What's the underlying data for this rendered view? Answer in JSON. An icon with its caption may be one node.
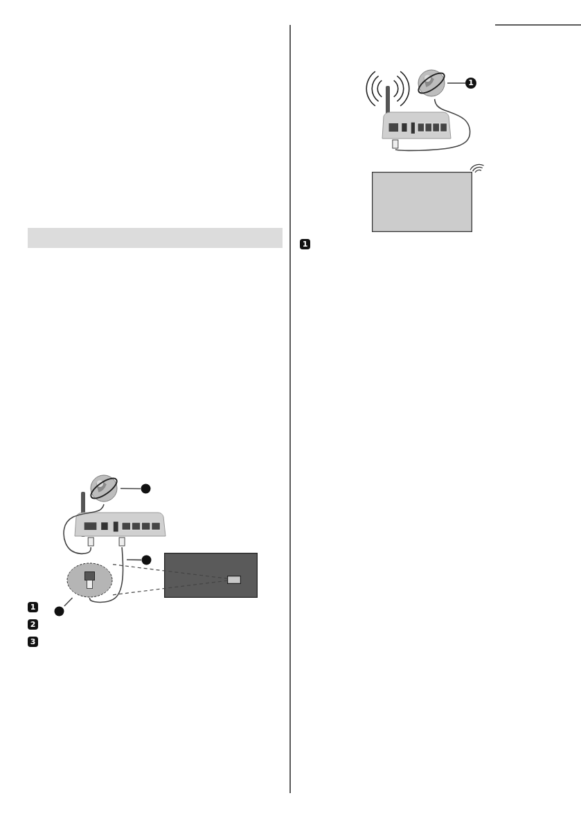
{
  "diagram": {
    "nodes": [
      {
        "text": [],
        "shape": "picture"
      },
      {
        "text": [],
        "shape": "circle"
      },
      {
        "text": [],
        "shape": "picture"
      },
      {
        "text": [],
        "shape": "circle"
      },
      {
        "text": [],
        "shape": "picture"
      },
      {
        "text": [],
        "shape": "circle"
      },
      {
        "text": [],
        "shape": "box"
      },
      {
        "text": [],
        "shape": "box",
        "in": 6
      },
      {
        "text": [],
        "shape": "picture"
      },
      {
        "text": [
          "1"
        ]
      },
      {
        "text": [],
        "shape": "picture"
      },
      {
        "text": [],
        "shape": "box"
      },
      {
        "text": [],
        "shape": "bar"
      }
    ],
    "edges": [
      {
        "from": 1,
        "to": 0,
        "arrow": "none"
      },
      {
        "from": 0,
        "to": 2,
        "arrow": "none"
      },
      {
        "from": 2,
        "to": 4,
        "arrow": "none"
      },
      {
        "from": 3,
        "to": null,
        "arrow": "none"
      },
      {
        "from": 5,
        "to": 4,
        "arrow": "none"
      },
      {
        "from": 4,
        "to": 7,
        "arrow": "none",
        "style": "dashed"
      },
      {
        "from": 4,
        "to": 7,
        "arrow": "none",
        "style": "dashed"
      },
      {
        "from": 9,
        "to": 8,
        "arrow": "none"
      },
      {
        "from": 8,
        "to": 10,
        "arrow": "none"
      }
    ],
    "labels": [
      "1",
      "2",
      "3",
      "1"
    ]
  }
}
